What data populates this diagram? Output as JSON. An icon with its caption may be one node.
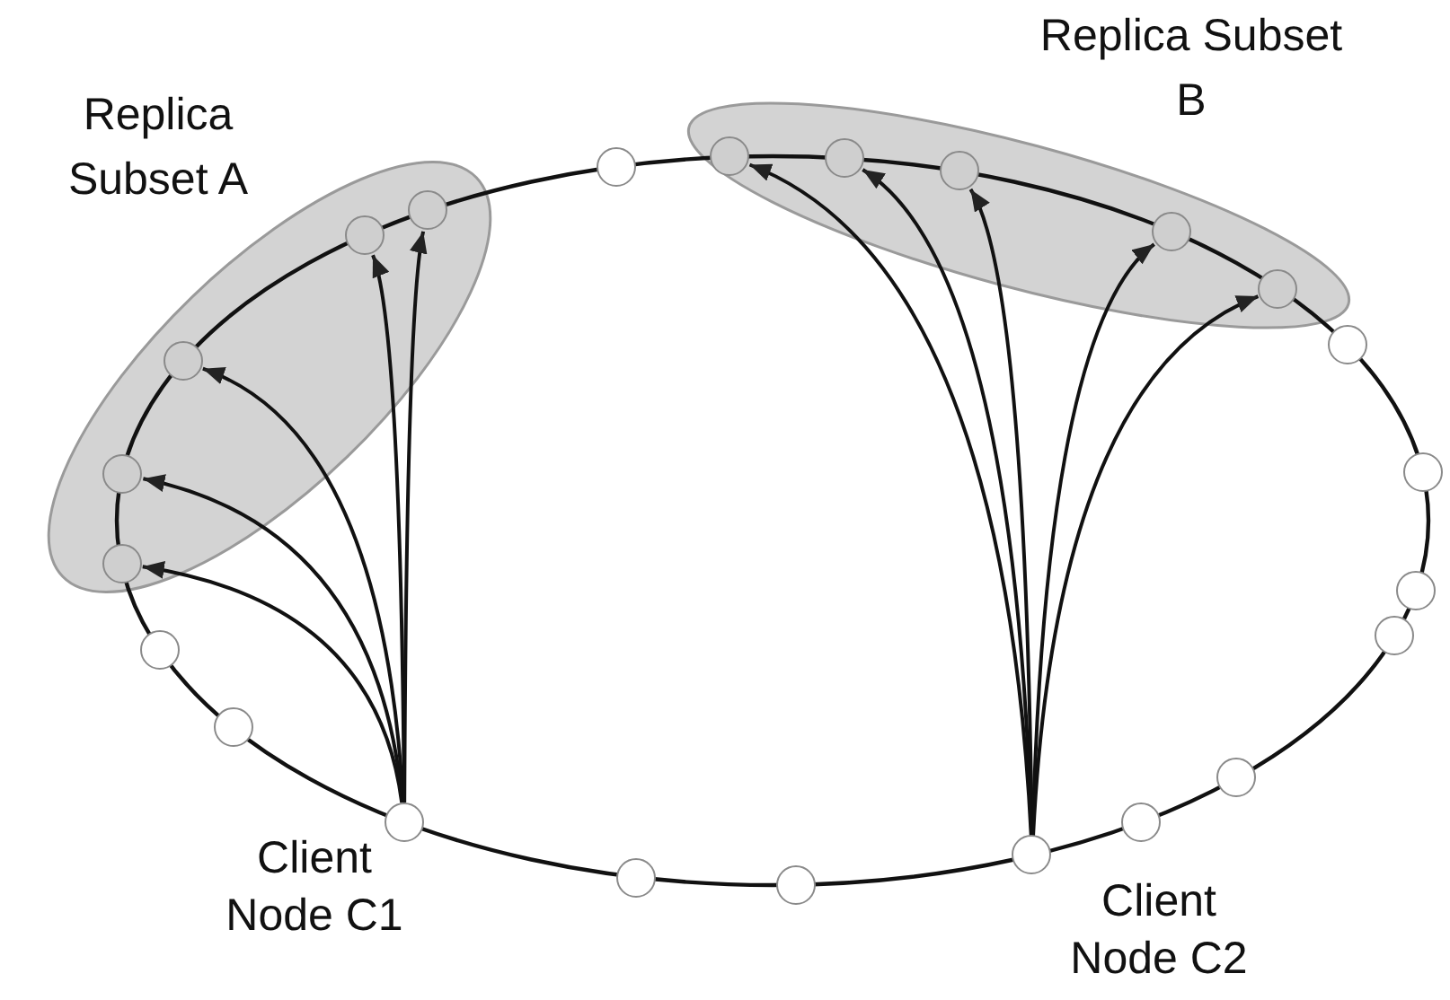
{
  "diagram": {
    "nodes": [
      {
        "text": [
          "Replica Subset A"
        ]
      },
      {
        "text": [],
        "shape": "circle",
        "in": 0
      },
      {
        "text": [],
        "shape": "circle",
        "in": 0
      },
      {
        "text": [],
        "shape": "circle",
        "in": 0
      },
      {
        "text": [],
        "shape": "circle",
        "in": 0
      },
      {
        "text": [],
        "shape": "circle",
        "in": 0
      },
      {
        "text": [
          "Replica Subset B"
        ]
      },
      {
        "text": [],
        "shape": "circle",
        "in": 6
      },
      {
        "text": [],
        "shape": "circle",
        "in": 6
      },
      {
        "text": [],
        "shape": "circle",
        "in": 6
      },
      {
        "text": [],
        "shape": "circle",
        "in": 6
      },
      {
        "text": [],
        "shape": "circle",
        "in": 6
      },
      {
        "text": [],
        "shape": "circle"
      },
      {
        "text": [],
        "shape": "circle"
      },
      {
        "text": [],
        "shape": "circle"
      },
      {
        "text": [],
        "shape": "circle"
      },
      {
        "text": [],
        "shape": "circle"
      },
      {
        "text": [],
        "shape": "circle"
      },
      {
        "text": [],
        "shape": "circle"
      },
      {
        "text": [],
        "shape": "circle",
        "beside": [
          "Client Node C2"
        ]
      },
      {
        "text": [],
        "shape": "circle"
      },
      {
        "text": [],
        "shape": "circle"
      },
      {
        "text": [],
        "shape": "circle",
        "beside": [
          "Client Node C1"
        ]
      },
      {
        "text": [],
        "shape": "circle"
      },
      {
        "text": [],
        "shape": "circle"
      }
    ],
    "edges": [
      {
        "from": 22,
        "to": 1,
        "arrow": "to"
      },
      {
        "from": 22,
        "to": 2,
        "arrow": "to"
      },
      {
        "from": 22,
        "to": 3,
        "arrow": "to"
      },
      {
        "from": 22,
        "to": 4,
        "arrow": "to"
      },
      {
        "from": 22,
        "to": 5,
        "arrow": "to"
      },
      {
        "from": 19,
        "to": 7,
        "arrow": "to"
      },
      {
        "from": 19,
        "to": 8,
        "arrow": "to"
      },
      {
        "from": 19,
        "to": 9,
        "arrow": "to"
      },
      {
        "from": 19,
        "to": 10,
        "arrow": "to"
      },
      {
        "from": 19,
        "to": 11,
        "arrow": "to"
      }
    ]
  }
}
